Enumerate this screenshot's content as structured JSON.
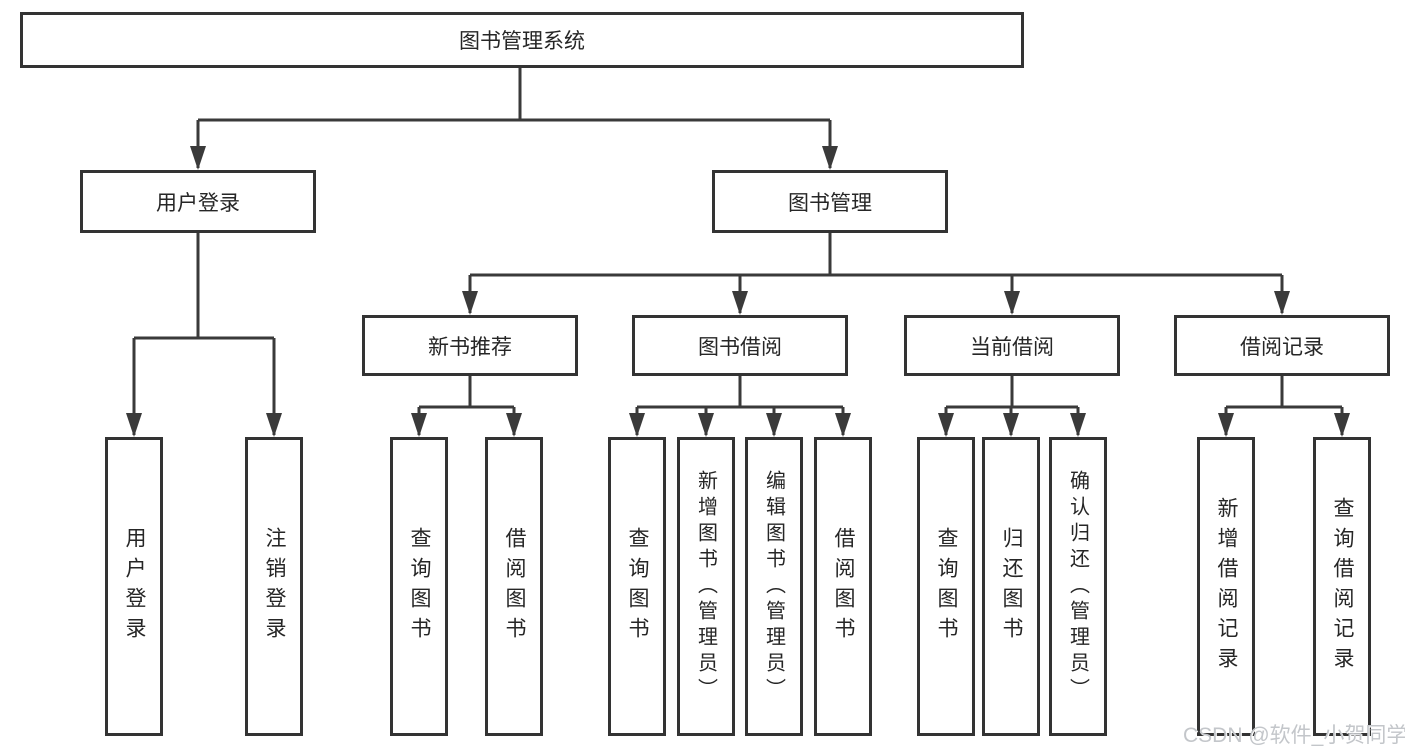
{
  "tree": {
    "root": {
      "label": "图书管理系统"
    },
    "groups": [
      {
        "label": "用户登录",
        "leaves": [
          {
            "label": "用户登录"
          },
          {
            "label": "注销登录"
          }
        ]
      },
      {
        "label": "图书管理",
        "sections": [
          {
            "label": "新书推荐",
            "leaves": [
              {
                "label": "查询图书"
              },
              {
                "label": "借阅图书"
              }
            ]
          },
          {
            "label": "图书借阅",
            "leaves": [
              {
                "label": "查询图书"
              },
              {
                "label": "新增图书（管理员）"
              },
              {
                "label": "编辑图书（管理员）"
              },
              {
                "label": "借阅图书"
              }
            ]
          },
          {
            "label": "当前借阅",
            "leaves": [
              {
                "label": "查询图书"
              },
              {
                "label": "归还图书"
              },
              {
                "label": "确认归还（管理员）"
              }
            ]
          },
          {
            "label": "借阅记录",
            "leaves": [
              {
                "label": "新增借阅记录"
              },
              {
                "label": "查询借阅记录"
              }
            ]
          }
        ]
      }
    ]
  },
  "watermark": "CSDN @软件_小贺同学",
  "colors": {
    "line": "#3a3a3a",
    "box_border": "#333333",
    "text": "#262626",
    "watermark": "#c3c6ca",
    "background": "#ffffff"
  }
}
